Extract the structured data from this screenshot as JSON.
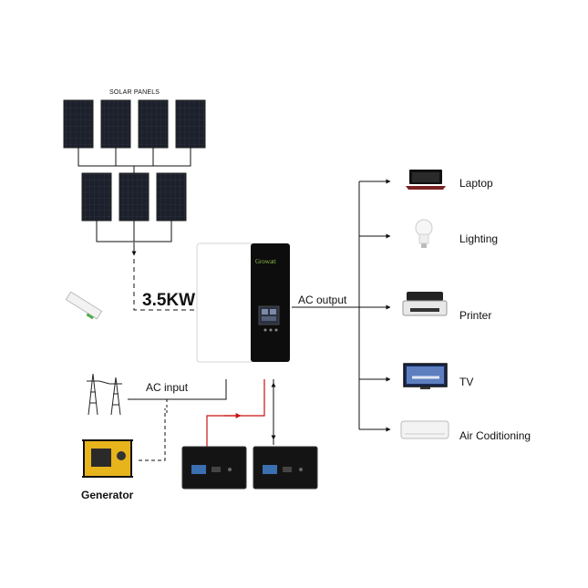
{
  "labels": {
    "solar_panels": "SOLAR PANELS",
    "power_rating": "3.5KW",
    "ac_output": "AC output",
    "ac_input": "AC input",
    "generator": "Generator",
    "inverter_brand": "Growatt"
  },
  "loads": [
    {
      "label": "Laptop",
      "icon": "laptop-icon"
    },
    {
      "label": "Lighting",
      "icon": "bulb-icon"
    },
    {
      "label": "Printer",
      "icon": "printer-icon"
    },
    {
      "label": "TV",
      "icon": "tv-icon"
    },
    {
      "label": "Air Coditioning",
      "icon": "air-conditioner-icon"
    }
  ],
  "colors": {
    "line": "#111111",
    "battery_link": "#cc1111",
    "inverter_panel": "#0d0d0d",
    "panel_cell": "#1b1f29"
  }
}
